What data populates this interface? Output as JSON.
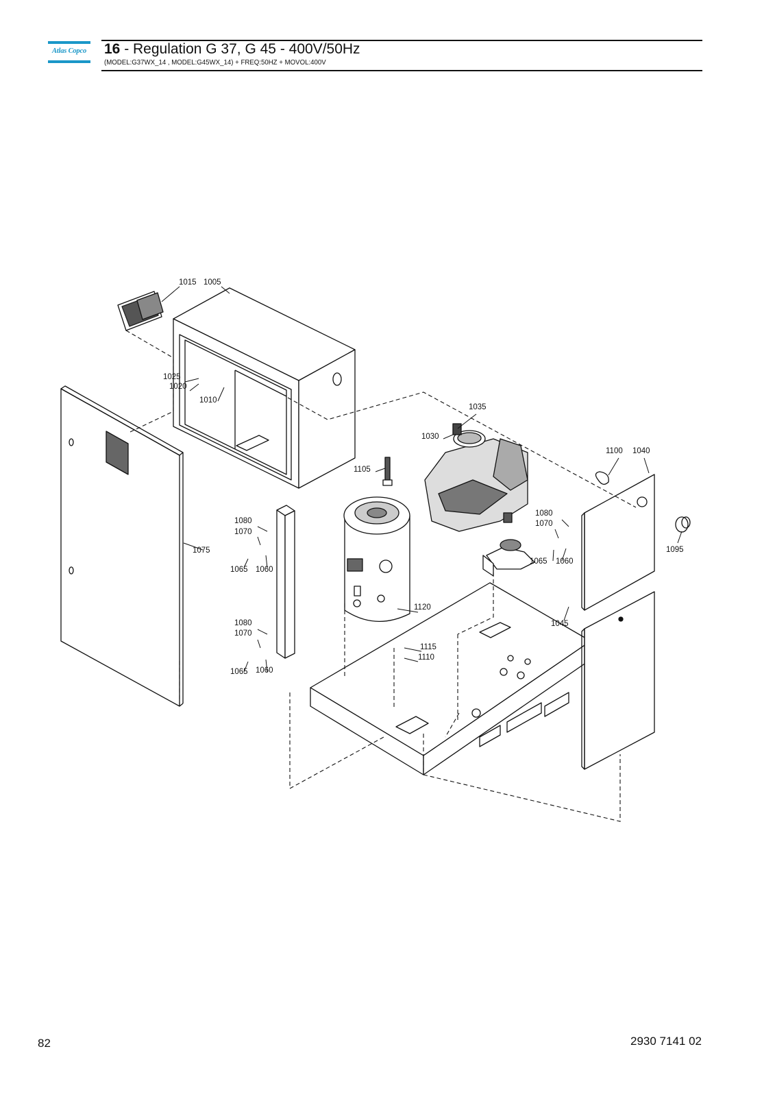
{
  "header": {
    "logo_text": "Atlas Copco",
    "section_number": "16",
    "section_title": " - Regulation G 37, G 45 - 400V/50Hz",
    "subtitle": "(MODEL:G37WX_14 , MODEL:G45WX_14) + FREQ:50HZ + MOVOL:400V"
  },
  "callouts": [
    "1015",
    "1005",
    "1025",
    "1020",
    "1010",
    "1035",
    "1030",
    "1100",
    "1040",
    "1105",
    "1080",
    "1070",
    "1065",
    "1060",
    "1075",
    "1080",
    "1070",
    "1095",
    "1065",
    "1060",
    "1120",
    "1045",
    "1080",
    "1070",
    "1115",
    "1110",
    "1065",
    "1060"
  ],
  "footer": {
    "page_number": "82",
    "document_number": "2930 7141 02"
  },
  "colors": {
    "brand": "#1a97c8",
    "line": "#111111"
  }
}
